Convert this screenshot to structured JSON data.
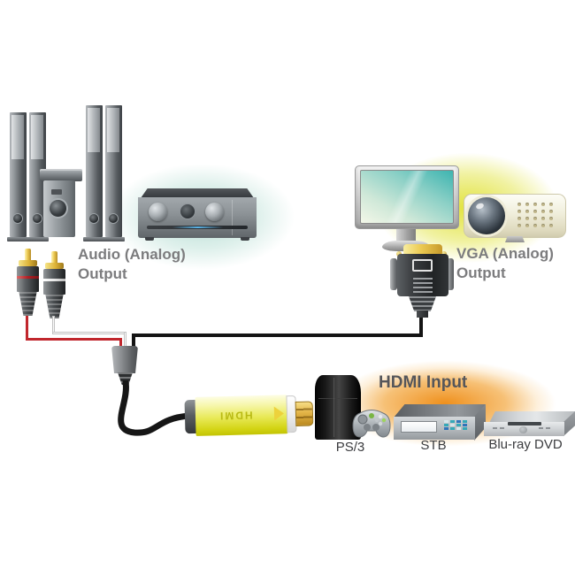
{
  "sources": {
    "audio": {
      "label": "Audio (Analog) Output"
    },
    "video": {
      "label": "VGA (Analog) Output"
    }
  },
  "sink": {
    "label": "HDMI Input",
    "adapter_text": "HDMI",
    "devices": [
      {
        "label": "PS/3"
      },
      {
        "label": "STB"
      },
      {
        "label": "Blu-ray DVD"
      }
    ]
  },
  "colors": {
    "wire_red": "#c1272d",
    "wire_white": "#fbfbfb",
    "wire_black": "#141414",
    "adapter_yellow": "#e8e957",
    "connector_gold": "#ddb337",
    "glow_teal": "#86c7b7",
    "glow_yellow": "#dfe02d",
    "glow_orange": "#ee8a10",
    "caption_gray": "#7c7c7e",
    "device_label_dark": "#3b3c3f"
  }
}
